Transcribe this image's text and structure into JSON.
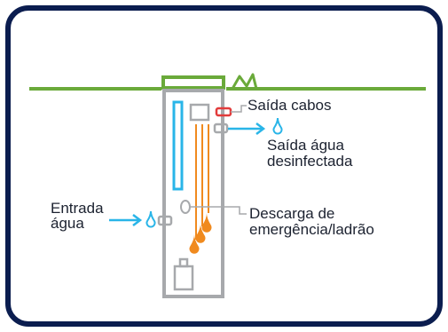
{
  "labels": {
    "saida_cabos": "Saída cabos",
    "saida_agua_line1": "Saída água",
    "saida_agua_line2": "desinfectada",
    "entrada_line1": "Entrada",
    "entrada_line2": "água",
    "descarga_line1": "Descarga de",
    "descarga_line2": "emergência/ladrão"
  },
  "colors": {
    "frame": "#0b1d4f",
    "ground": "#6aaa3a",
    "tank": "#a7a9ac",
    "water": "#29b5e8",
    "drops": "#f08a1e",
    "cable_port": "#e23b3b",
    "text": "#1c2230"
  }
}
